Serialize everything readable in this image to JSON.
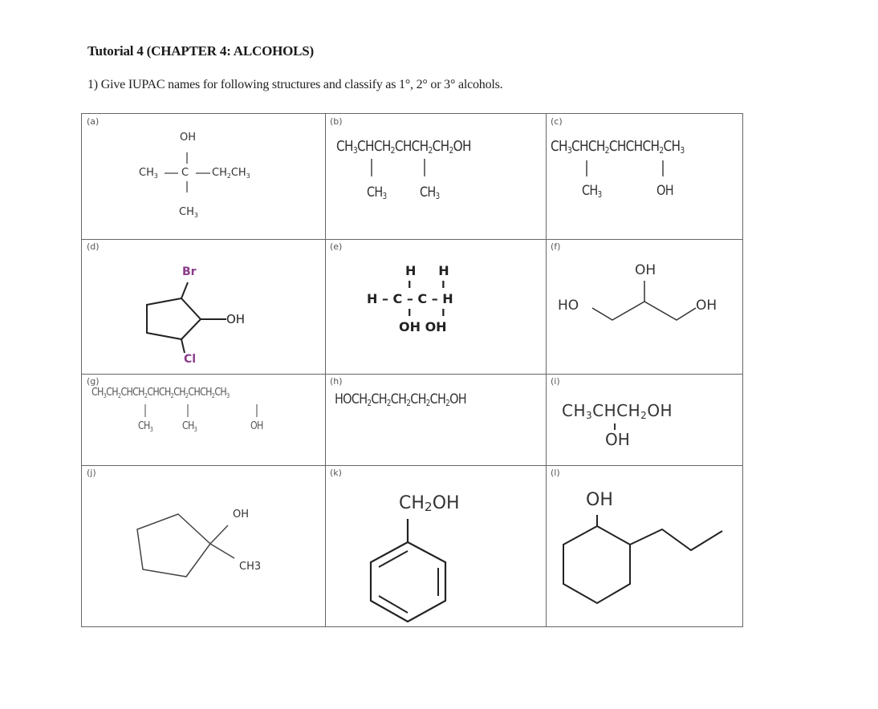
{
  "document": {
    "title": "Tutorial 4 (CHAPTER 4: ALCOHOLS)",
    "question": "1) Give IUPAC names for following structures and classify as 1°, 2° or 3° alcohols."
  },
  "structures": [
    {
      "label": "(a)",
      "formula": "CH3–C(OH)(CH3)–CH2CH3",
      "parts": {
        "oh": "OH",
        "left": "CH",
        "left_sub": "3",
        "center": "C",
        "right": "CH",
        "right_sub1": "2",
        "right2": "CH",
        "right_sub2": "3",
        "bottom": "CH",
        "bottom_sub": "3"
      }
    },
    {
      "label": "(b)",
      "formula": "CH3CH(CH3)CH2CH(CH3)CH2CH2OH",
      "main": [
        "CH",
        "3",
        "CHCH",
        "2",
        "CHCH",
        "2",
        "CH",
        "2",
        "OH"
      ],
      "branches": [
        "CH3",
        "CH3"
      ]
    },
    {
      "label": "(c)",
      "formula": "CH3CH(CH3)CH2CH(OH)CH2CH3",
      "main": [
        "CH",
        "3",
        "CHCH",
        "2",
        "CHCHCH",
        "2",
        "CH",
        "3"
      ],
      "branches": [
        "CH3",
        "OH"
      ]
    },
    {
      "label": "(d)",
      "formula": "2-bromo-5-chlorocyclopentanol",
      "atoms": {
        "br": "Br",
        "oh": "OH",
        "cl": "Cl"
      }
    },
    {
      "label": "(e)",
      "formula": "HOCH2CH2OH",
      "atoms": {
        "h": "H",
        "c": "C",
        "oh": "OH"
      }
    },
    {
      "label": "(f)",
      "formula": "HOCH2CH(OH)CH2OH",
      "atoms": {
        "ho": "HO",
        "oh_top": "OH",
        "oh_right": "OH"
      }
    },
    {
      "label": "(g)",
      "formula": "CH3CH2CH(CH3)CH2CH(CH3)CH2CH2CH(OH)CH2CH3",
      "branches": [
        "CH3",
        "CH3",
        "OH"
      ]
    },
    {
      "label": "(h)",
      "formula": "HOCH2CH2CH2CH2CH2OH"
    },
    {
      "label": "(i)",
      "formula": "CH3CH(OH)CH2OH",
      "branches": [
        "OH"
      ]
    },
    {
      "label": "(j)",
      "formula": "1-methylcyclopentanol",
      "atoms": {
        "oh": "OH",
        "ch3": "CH3"
      }
    },
    {
      "label": "(k)",
      "formula": "C6H5CH2OH",
      "atoms": {
        "ch2oh": "CH2OH"
      }
    },
    {
      "label": "(l)",
      "formula": "2-propylcyclohexanol",
      "atoms": {
        "oh": "OH"
      }
    }
  ]
}
